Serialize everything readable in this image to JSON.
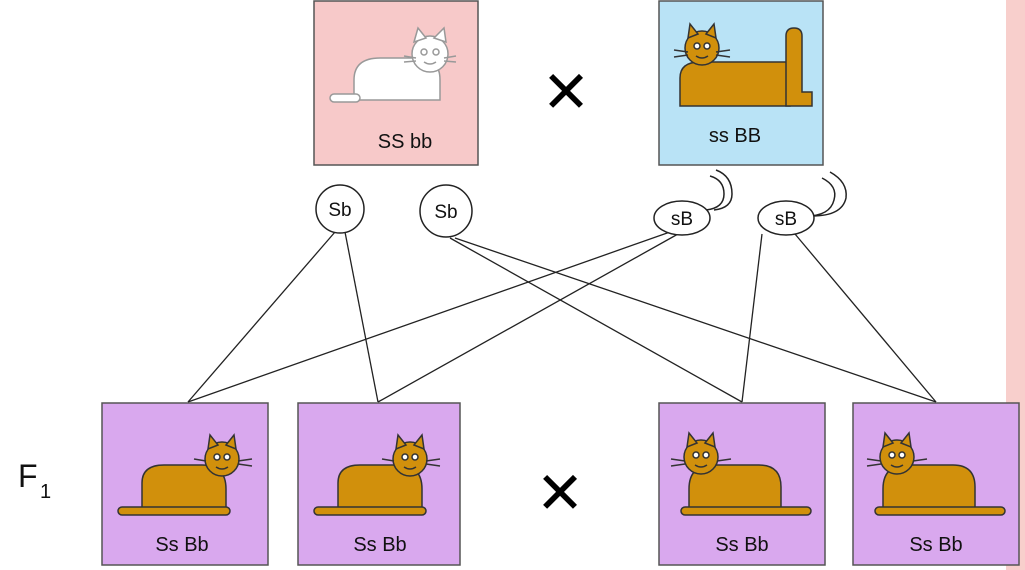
{
  "colors": {
    "background": "#ffffff",
    "right_strip": "#f8cfcc",
    "parent_white_box": "#f7c9c9",
    "parent_orange_box": "#b9e3f6",
    "offspring_box": "#d9a8ee",
    "cat_white": "#ffffff",
    "cat_orange": "#d1900c",
    "stroke": "#333333"
  },
  "parents": {
    "left": {
      "genotype": "SS bb",
      "cat": "white-cat-icon"
    },
    "cross_symbol": "✕",
    "right": {
      "genotype": "ss BB",
      "cat": "orange-cat-icon"
    }
  },
  "gametes": [
    {
      "label": "Sb"
    },
    {
      "label": "Sb"
    },
    {
      "label": "sB"
    },
    {
      "label": "sB"
    }
  ],
  "generation": {
    "prefix": "F",
    "subscript": "1"
  },
  "offspring": [
    {
      "genotype": "Ss Bb"
    },
    {
      "genotype": "Ss Bb"
    },
    {
      "genotype": "Ss Bb"
    },
    {
      "genotype": "Ss Bb"
    }
  ],
  "offspring_cross_symbol": "✕"
}
